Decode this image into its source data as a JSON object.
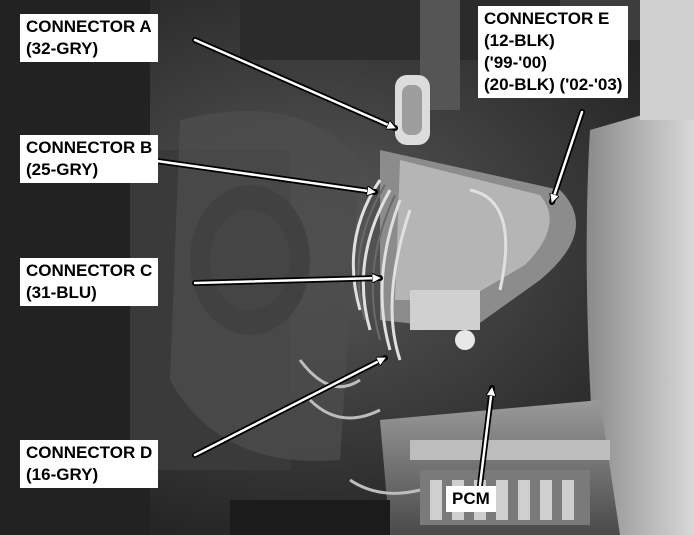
{
  "callouts": {
    "connector_a": {
      "title": "CONNECTOR A",
      "detail": "(32-GRY)"
    },
    "connector_b": {
      "title": "CONNECTOR B",
      "detail": "(25-GRY)"
    },
    "connector_c": {
      "title": "CONNECTOR C",
      "detail": "(31-BLU)"
    },
    "connector_d": {
      "title": "CONNECTOR D",
      "detail": "(16-GRY)"
    },
    "connector_e": {
      "title": "CONNECTOR E",
      "line2": "(12-BLK)",
      "line3": "('99-'00)",
      "line4": "(20-BLK) ('02-'03)"
    },
    "pcm": {
      "title": "PCM"
    }
  }
}
